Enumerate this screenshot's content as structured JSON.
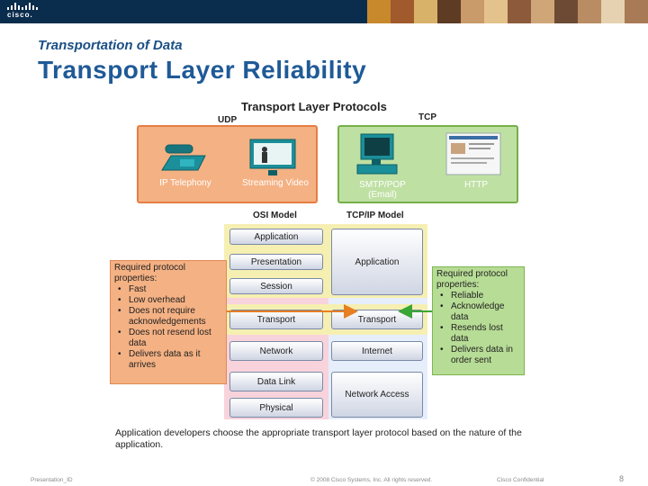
{
  "brand": {
    "logo_text": "cisco."
  },
  "slide": {
    "kicker": "Transportation of Data",
    "title": "Transport Layer Reliability"
  },
  "diagram": {
    "title": "Transport Layer Protocols",
    "udp_label": "UDP",
    "tcp_label": "TCP",
    "udp_apps": [
      "IP Telephony",
      "Streaming Video"
    ],
    "tcp_apps": [
      "SMTP/POP\n(Email)",
      "HTTP"
    ],
    "osi_header": "OSI Model",
    "tcpip_header": "TCP/IP Model",
    "osi_layers": [
      "Application",
      "Presentation",
      "Session",
      "Transport",
      "Network",
      "Data Link",
      "Physical"
    ],
    "tcpip_layers": [
      "Application",
      "Transport",
      "Internet",
      "Network Access"
    ],
    "udp_props_title": "Required protocol properties:",
    "udp_props": [
      "Fast",
      "Low overhead",
      "Does not require acknowledgements",
      "Does not resend lost data",
      "Delivers data as it arrives"
    ],
    "tcp_props_title": "Required protocol properties:",
    "tcp_props": [
      "Reliable",
      "Acknowledge data",
      "Resends lost data",
      "Delivers data in order sent"
    ],
    "note": "Application developers choose the appropriate transport layer protocol based on the nature of the application."
  },
  "footer": {
    "left": "Presentation_ID",
    "center": "© 2008 Cisco Systems, Inc. All rights reserved.",
    "right": "Cisco Confidential",
    "page": "8"
  },
  "colors": {
    "banner": "#0b2d4d",
    "title": "#1f5a97",
    "udp_fill": "#f4b183",
    "tcp_fill": "#bfe0a3",
    "arrow_udp": "#e67e22",
    "arrow_tcp": "#3aa635"
  }
}
